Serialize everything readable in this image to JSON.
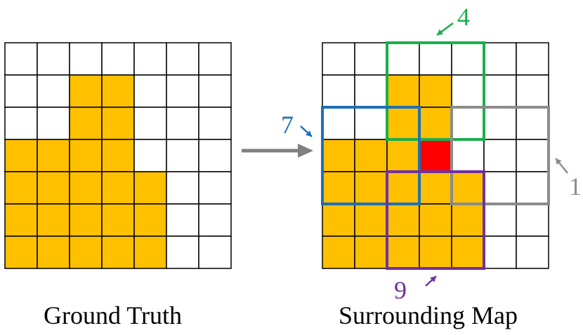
{
  "left_panel": {
    "caption": "Ground Truth",
    "grid_size": 7,
    "filled_color": "#FFC000",
    "empty_color": "#FFFFFF",
    "filled_cells": [
      [
        1,
        2
      ],
      [
        1,
        3
      ],
      [
        2,
        2
      ],
      [
        2,
        3
      ],
      [
        3,
        0
      ],
      [
        3,
        1
      ],
      [
        3,
        2
      ],
      [
        3,
        3
      ],
      [
        4,
        0
      ],
      [
        4,
        1
      ],
      [
        4,
        2
      ],
      [
        4,
        3
      ],
      [
        4,
        4
      ],
      [
        5,
        0
      ],
      [
        5,
        1
      ],
      [
        5,
        2
      ],
      [
        5,
        3
      ],
      [
        5,
        4
      ],
      [
        6,
        0
      ],
      [
        6,
        1
      ],
      [
        6,
        2
      ],
      [
        6,
        3
      ],
      [
        6,
        4
      ]
    ]
  },
  "arrow": {
    "color": "#808080"
  },
  "right_panel": {
    "caption": "Surrounding Map",
    "grid_size": 7,
    "filled_color": "#FFC000",
    "empty_color": "#FFFFFF",
    "highlight_color": "#FF0000",
    "highlight_cell": [
      3,
      3
    ],
    "filled_cells": [
      [
        1,
        2
      ],
      [
        1,
        3
      ],
      [
        2,
        2
      ],
      [
        2,
        3
      ],
      [
        3,
        0
      ],
      [
        3,
        1
      ],
      [
        3,
        2
      ],
      [
        4,
        0
      ],
      [
        4,
        1
      ],
      [
        4,
        2
      ],
      [
        4,
        3
      ],
      [
        4,
        4
      ],
      [
        5,
        0
      ],
      [
        5,
        1
      ],
      [
        5,
        2
      ],
      [
        5,
        3
      ],
      [
        5,
        4
      ],
      [
        6,
        0
      ],
      [
        6,
        1
      ],
      [
        6,
        2
      ],
      [
        6,
        3
      ],
      [
        6,
        4
      ]
    ],
    "windows": [
      {
        "label": "4",
        "color": "#1BAE4B",
        "rows": [
          0,
          2
        ],
        "cols": [
          2,
          4
        ]
      },
      {
        "label": "7",
        "color": "#1F6FB5",
        "rows": [
          2,
          4
        ],
        "cols": [
          0,
          2
        ]
      },
      {
        "label": "1",
        "color": "#8C8C8C",
        "rows": [
          2,
          4
        ],
        "cols": [
          4,
          6
        ]
      },
      {
        "label": "9",
        "color": "#7030A0",
        "rows": [
          4,
          6
        ],
        "cols": [
          2,
          4
        ]
      }
    ]
  }
}
